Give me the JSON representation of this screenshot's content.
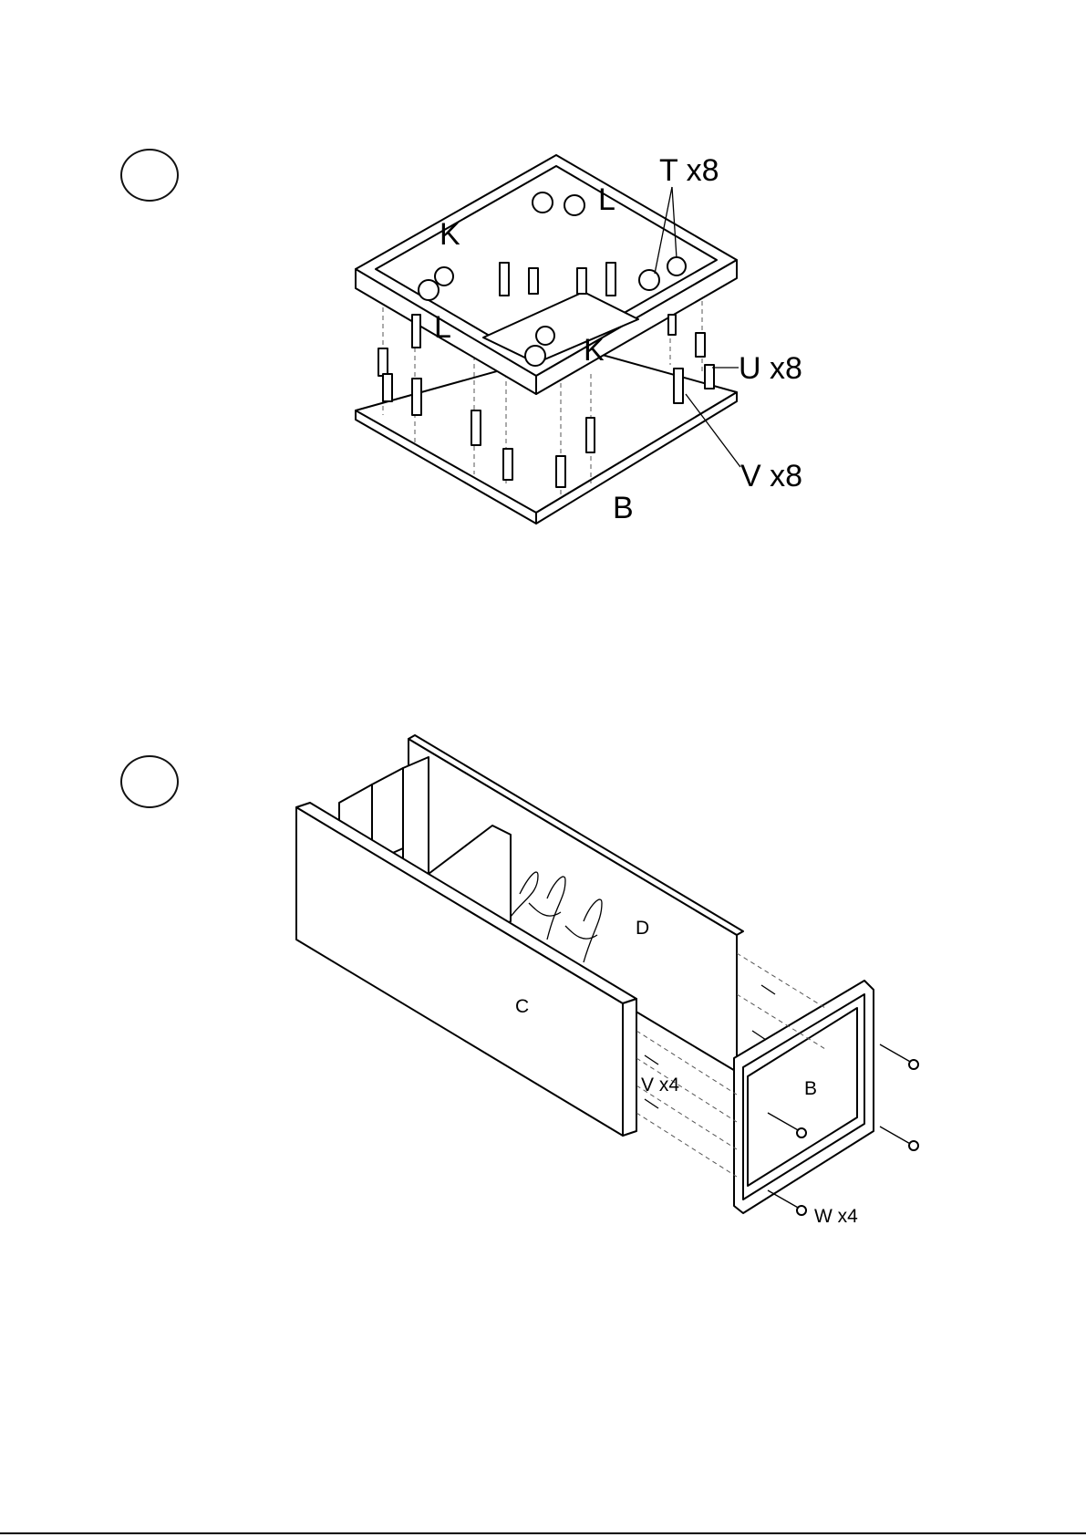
{
  "steps": [
    {
      "number": "",
      "labels": {
        "part_k_top": "K",
        "part_l_top": "L",
        "part_l_left": "L",
        "part_k_front": "K",
        "part_b": "B",
        "hardware_t": "T x8",
        "hardware_u": "U x8",
        "hardware_v": "V x8"
      }
    },
    {
      "number": "",
      "labels": {
        "part_d": "D",
        "part_c": "C",
        "part_b": "B",
        "hardware_v": "V x4",
        "hardware_w": "W x4"
      }
    }
  ]
}
